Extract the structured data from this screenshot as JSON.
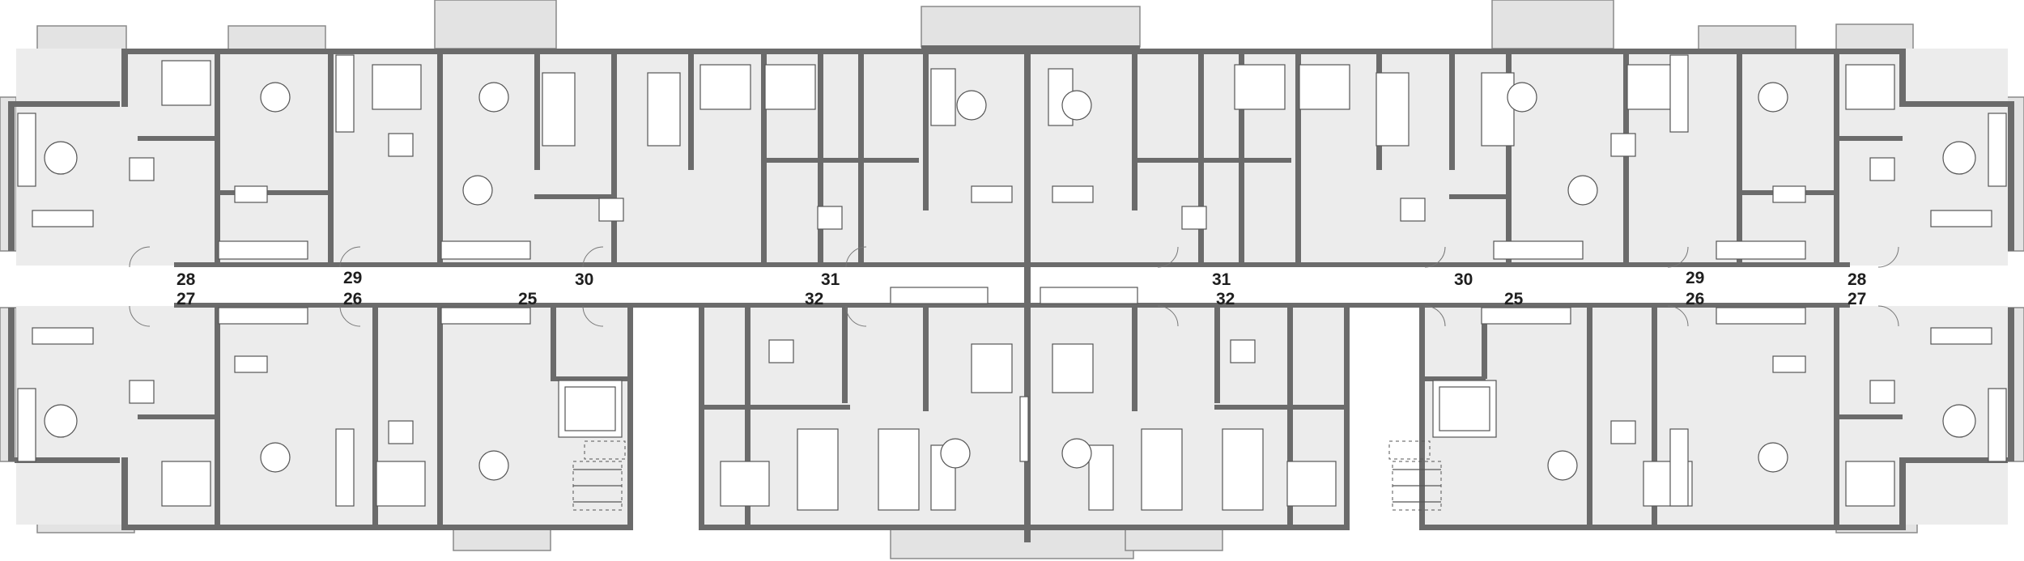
{
  "units": {
    "top_left": [
      "28",
      "29",
      "30",
      "31"
    ],
    "bottom_left": [
      "27",
      "26",
      "25",
      "32"
    ],
    "top_right": [
      "31",
      "30",
      "29",
      "28"
    ],
    "bottom_right": [
      "32",
      "25",
      "26",
      "27"
    ]
  }
}
